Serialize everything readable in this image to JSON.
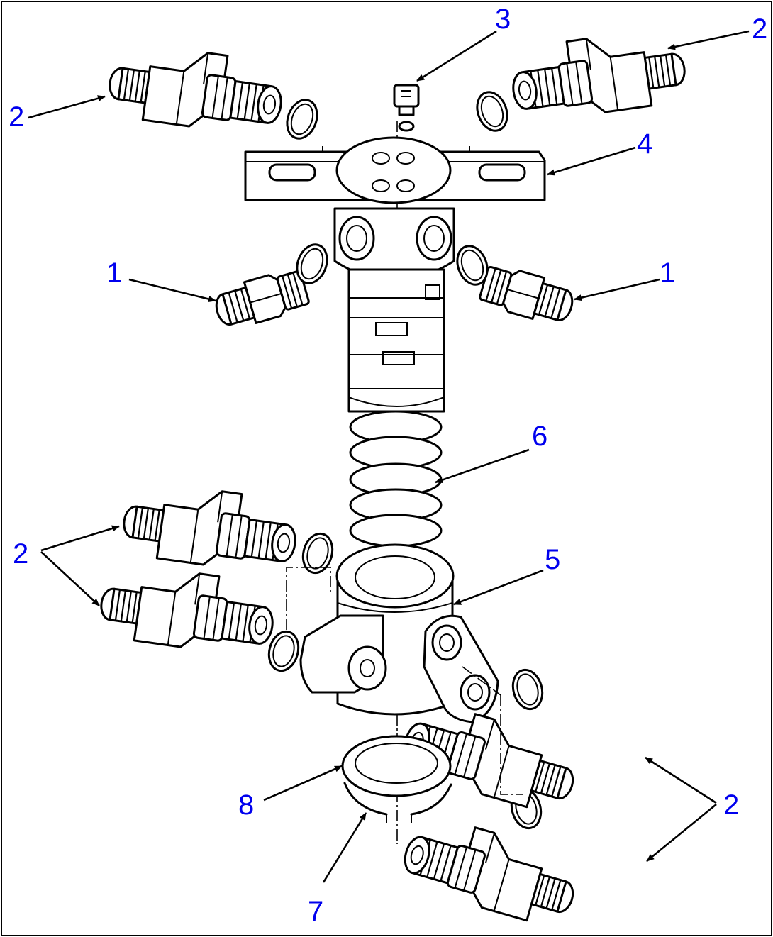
{
  "diagram": {
    "callouts": [
      {
        "id": "c-2-tl",
        "label": "2"
      },
      {
        "id": "c-3",
        "label": "3"
      },
      {
        "id": "c-2-tr",
        "label": "2"
      },
      {
        "id": "c-4",
        "label": "4"
      },
      {
        "id": "c-1-l",
        "label": "1"
      },
      {
        "id": "c-1-r",
        "label": "1"
      },
      {
        "id": "c-6",
        "label": "6"
      },
      {
        "id": "c-2-ml",
        "label": "2"
      },
      {
        "id": "c-5",
        "label": "5"
      },
      {
        "id": "c-8",
        "label": "8"
      },
      {
        "id": "c-2-br",
        "label": "2"
      },
      {
        "id": "c-7",
        "label": "7"
      }
    ]
  }
}
